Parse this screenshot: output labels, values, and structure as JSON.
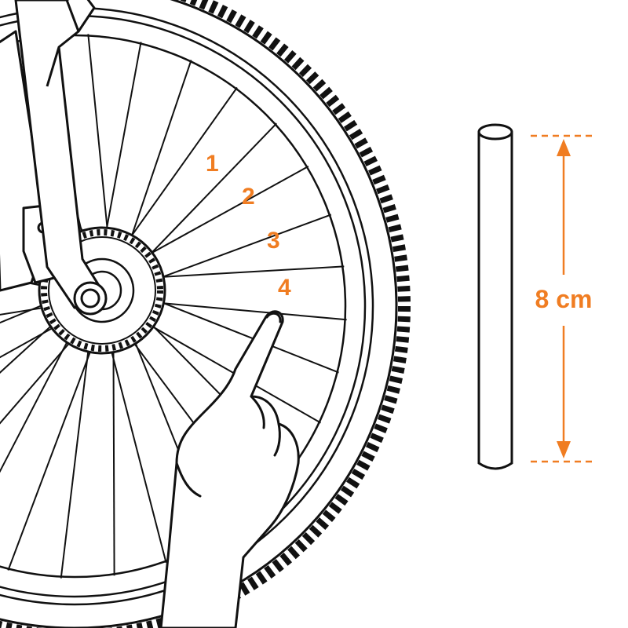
{
  "colors": {
    "accent": "#f07d22",
    "line": "#111111",
    "background": "#ffffff"
  },
  "spoke_labels": [
    "1",
    "2",
    "3",
    "4"
  ],
  "measurement": {
    "label": "8 cm"
  },
  "icons": [
    "bicycle-wheel-icon",
    "pointing-hand-icon",
    "rod-icon",
    "double-arrow-icon"
  ]
}
